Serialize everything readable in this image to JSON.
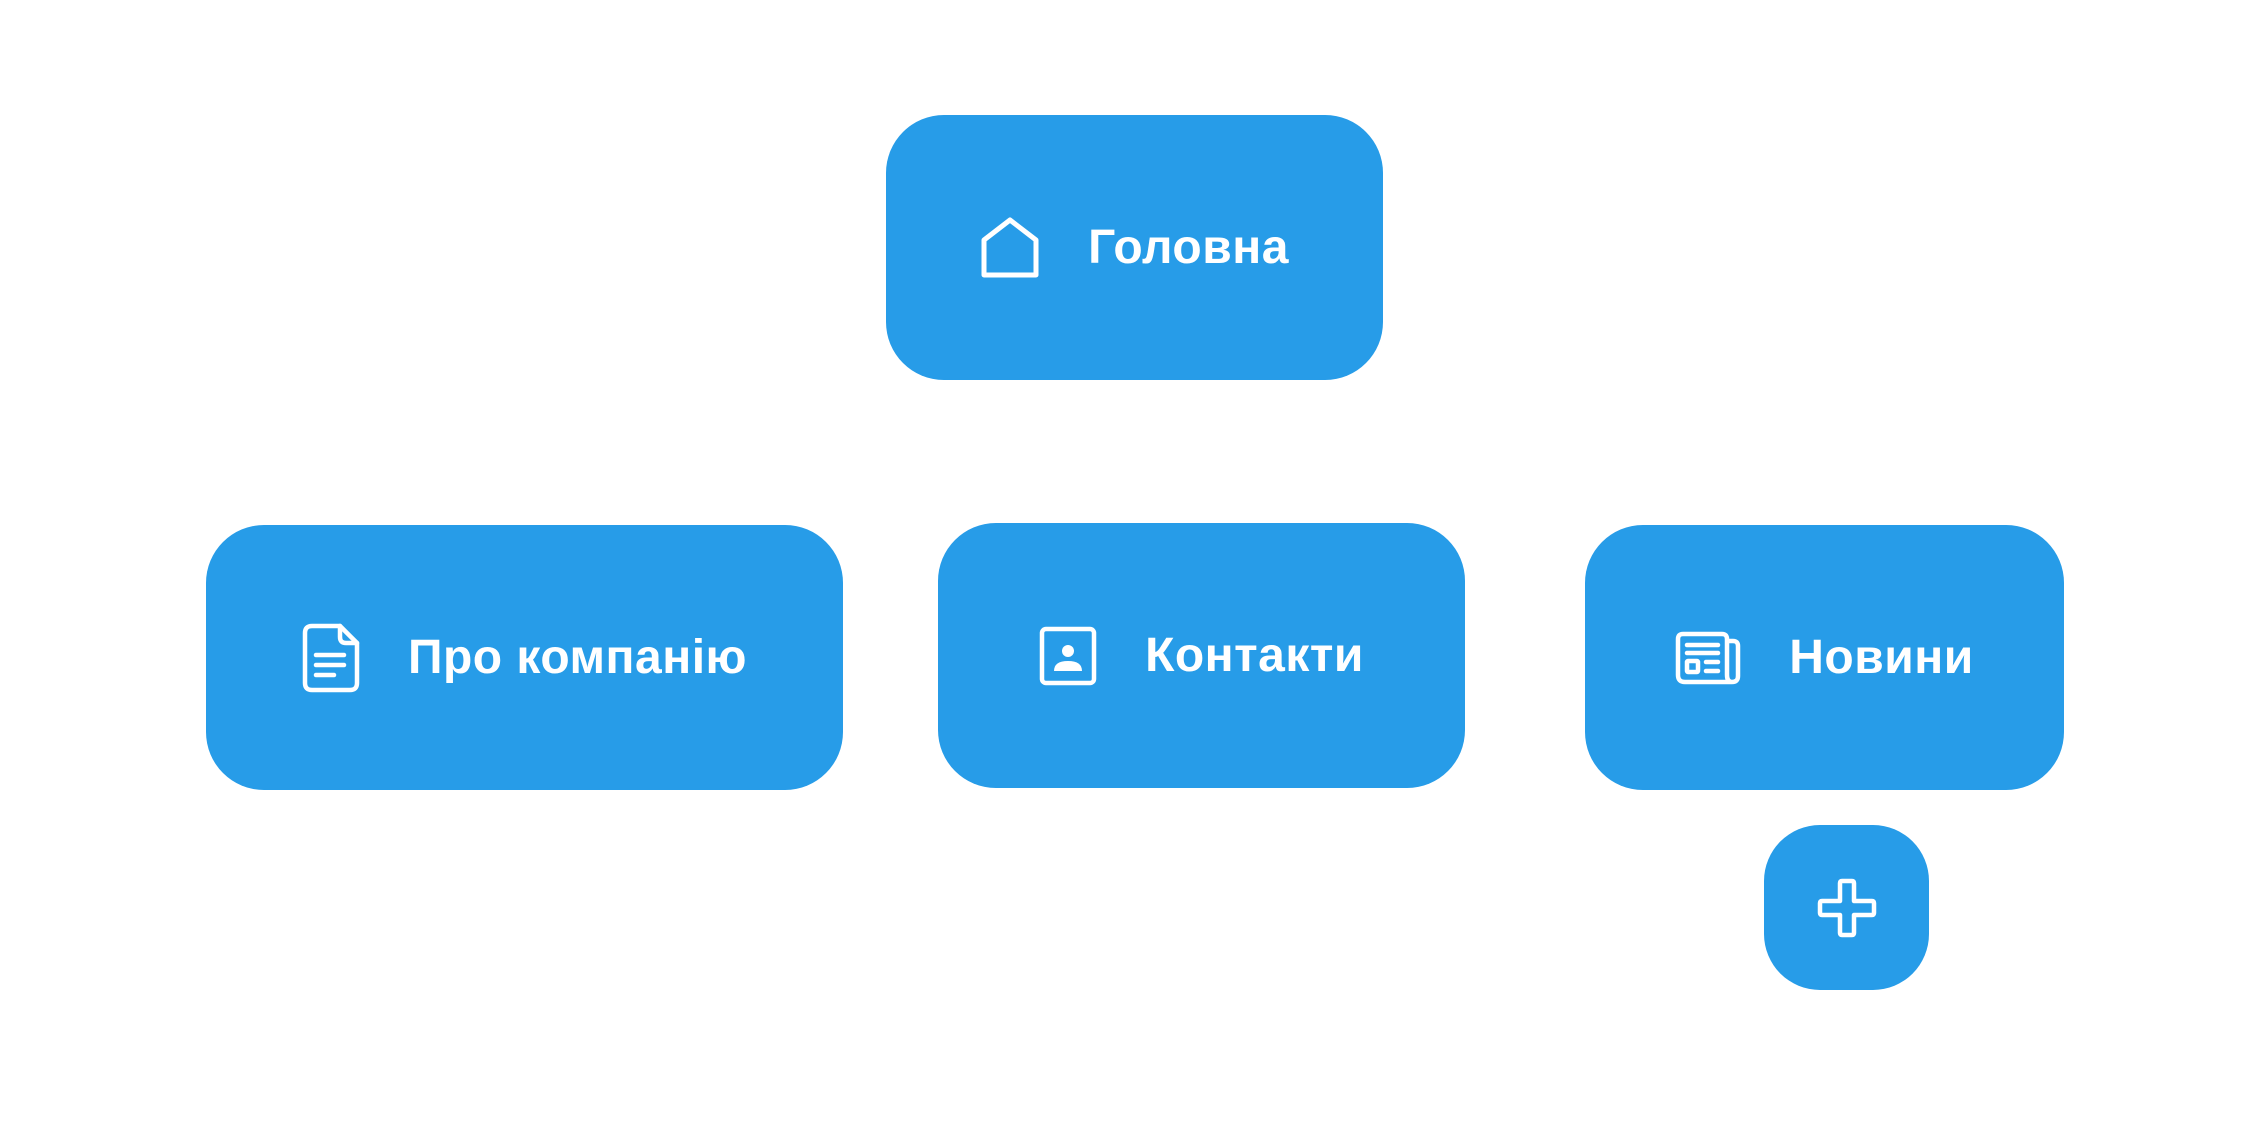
{
  "nav": {
    "home": {
      "label": "Головна",
      "icon": "home-icon"
    },
    "about": {
      "label": "Про компанію",
      "icon": "document-icon"
    },
    "contacts": {
      "label": "Контакти",
      "icon": "contact-card-icon"
    },
    "news": {
      "label": "Новини",
      "icon": "newspaper-icon"
    },
    "add": {
      "icon": "plus-icon"
    }
  },
  "colors": {
    "button_bg": "#279CE8",
    "button_fg": "#FFFFFF",
    "page_bg": "#FFFFFF"
  }
}
